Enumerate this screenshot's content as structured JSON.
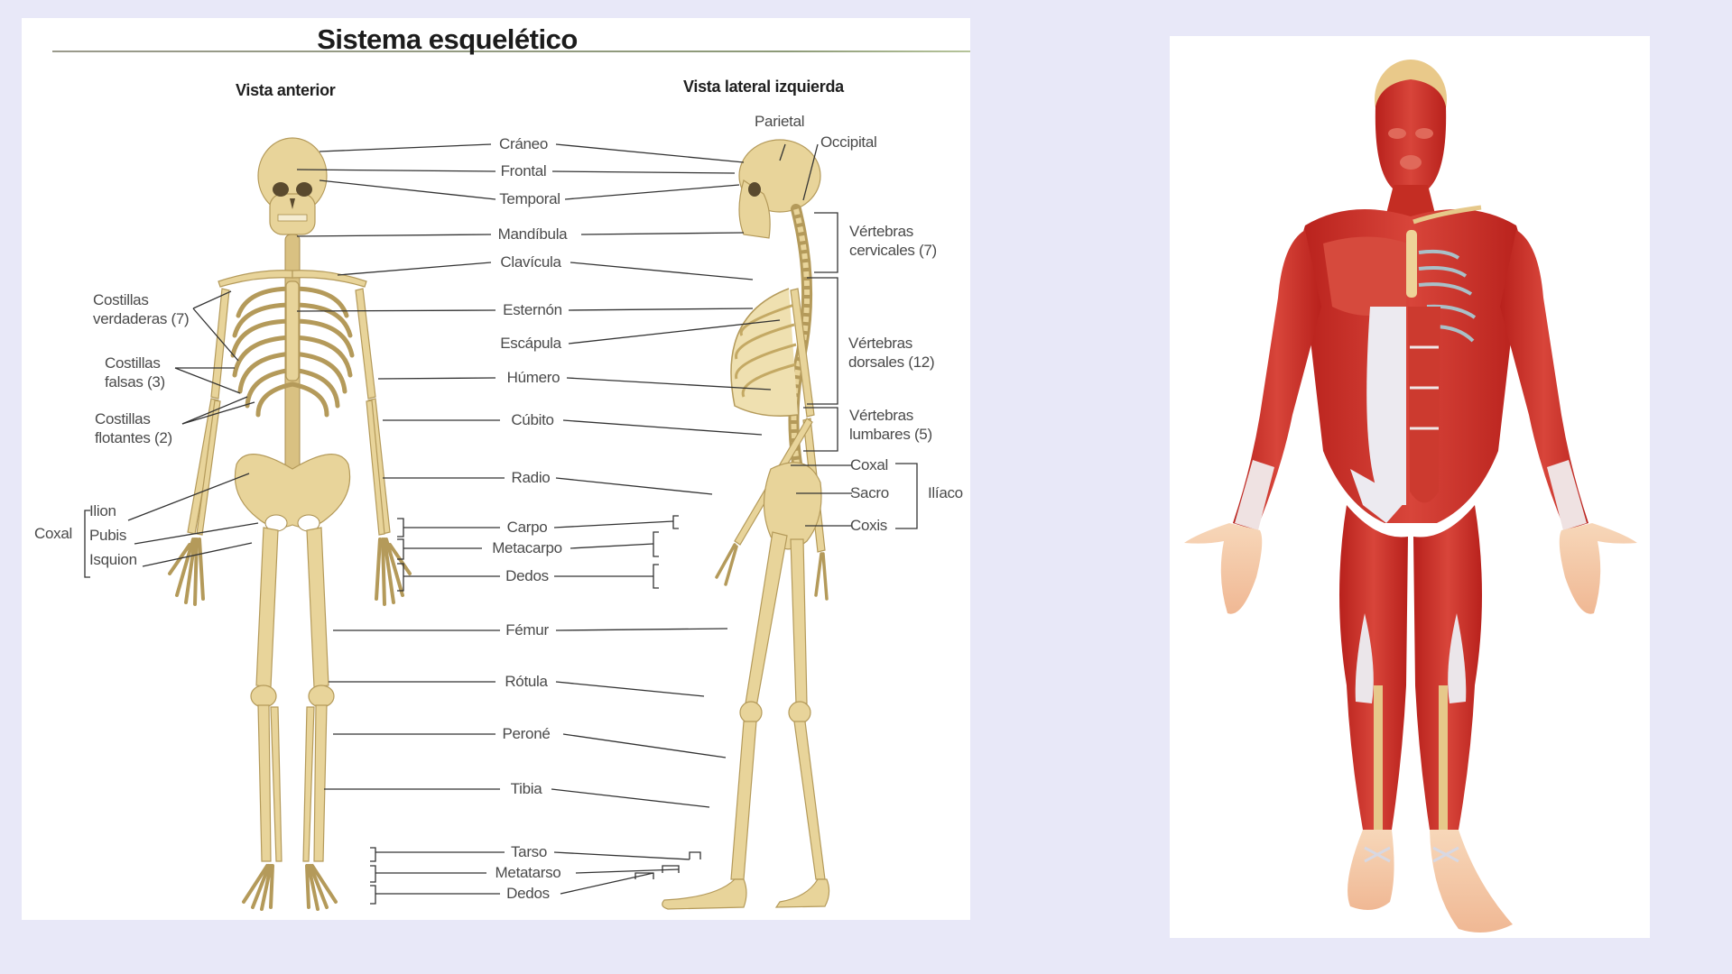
{
  "background_color": "#e8e8f8",
  "skeleton_panel": {
    "title": "Sistema esquelético",
    "views": {
      "anterior": "Vista anterior",
      "lateral": "Vista lateral izquierda"
    },
    "center_labels": [
      {
        "id": "craneo",
        "text": "Cráneo"
      },
      {
        "id": "frontal",
        "text": "Frontal"
      },
      {
        "id": "temporal",
        "text": "Temporal"
      },
      {
        "id": "mandibula",
        "text": "Mandíbula"
      },
      {
        "id": "clavicula",
        "text": "Clavícula"
      },
      {
        "id": "esternon",
        "text": "Esternón"
      },
      {
        "id": "escapula",
        "text": "Escápula"
      },
      {
        "id": "humero",
        "text": "Húmero"
      },
      {
        "id": "cubito",
        "text": "Cúbito"
      },
      {
        "id": "radio",
        "text": "Radio"
      },
      {
        "id": "carpo",
        "text": "Carpo"
      },
      {
        "id": "metacarpo",
        "text": "Metacarpo"
      },
      {
        "id": "dedos_mano",
        "text": "Dedos"
      },
      {
        "id": "femur",
        "text": "Fémur"
      },
      {
        "id": "rotula",
        "text": "Rótula"
      },
      {
        "id": "perone",
        "text": "Peroné"
      },
      {
        "id": "tibia",
        "text": "Tibia"
      },
      {
        "id": "tarso",
        "text": "Tarso"
      },
      {
        "id": "metatarso",
        "text": "Metatarso"
      },
      {
        "id": "dedos_pie",
        "text": "Dedos"
      }
    ],
    "left_labels": {
      "costillas_verdaderas": [
        "Costillas",
        "verdaderas (7)"
      ],
      "costillas_falsas": [
        "Costillas",
        "falsas (3)"
      ],
      "costillas_flotantes": [
        "Costillas",
        "flotantes (2)"
      ],
      "coxal_group": "Coxal",
      "coxal_parts": [
        "Ilion",
        "Pubis",
        "Isquion"
      ]
    },
    "right_labels": {
      "parietal": "Parietal",
      "occipital": "Occipital",
      "vertebras_cervicales": [
        "Vértebras",
        "cervicales (7)"
      ],
      "vertebras_dorsales": [
        "Vértebras",
        "dorsales (12)"
      ],
      "vertebras_lumbares": [
        "Vértebras",
        "lumbares (5)"
      ],
      "iliaco_parts": [
        "Coxal",
        "Sacro",
        "Coxis"
      ],
      "iliaco_group": "Ilíaco"
    }
  },
  "muscle_panel": {
    "subject": "anterior muscular system illustration"
  }
}
